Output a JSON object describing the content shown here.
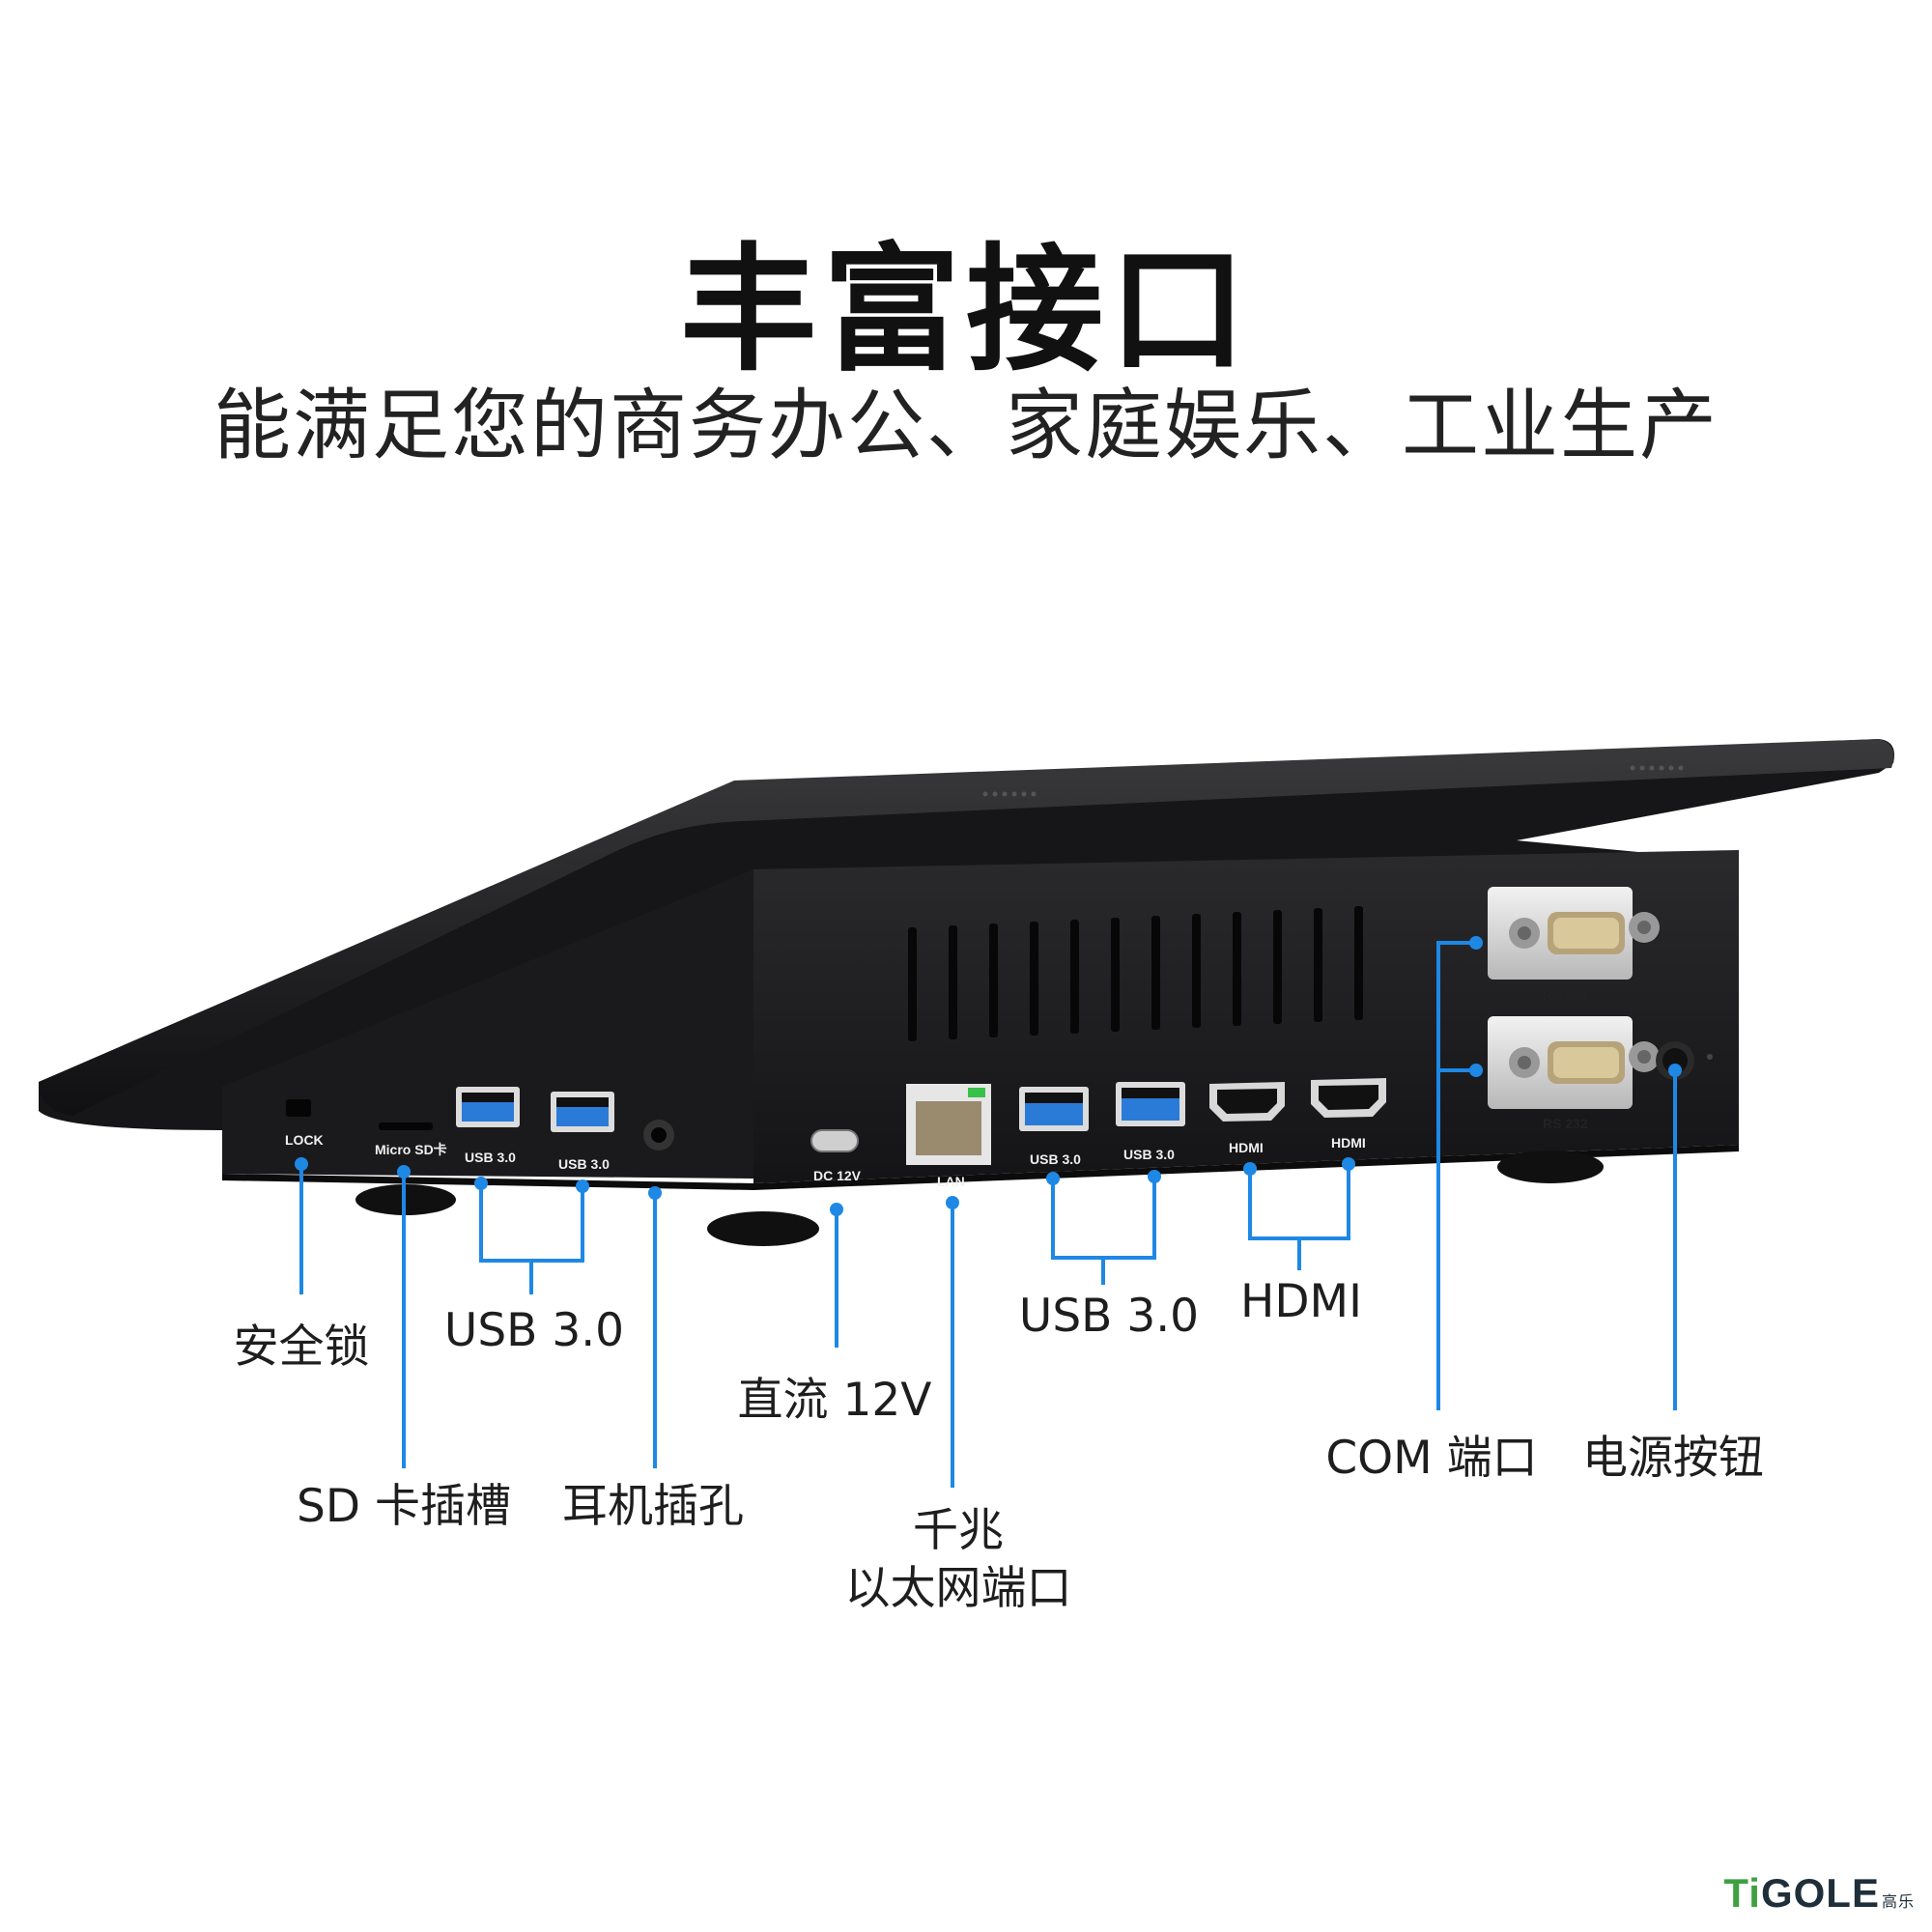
{
  "headline": "丰富接口",
  "tagline": "能满足您的商务办公、家庭娱乐、工业生产",
  "device_labels": {
    "lock": "LOCK",
    "microsd": "Micro SD卡",
    "usb1": "USB 3.0",
    "usb2": "USB 3.0",
    "dc": "DC 12V",
    "lan": "LAN",
    "usb3": "USB 3.0",
    "usb4": "USB 3.0",
    "hdmi1": "HDMI",
    "hdmi2": "HDMI",
    "rs232_top": "RS 232",
    "rs232_bottom": "RS 232"
  },
  "callouts": {
    "lock": "安全锁",
    "usb_left": "USB 3.0",
    "sd": "SD 卡插槽",
    "audio": "耳机插孔",
    "dc": "直流 12V",
    "lan_line1": "千兆",
    "lan_line2": "以太网端口",
    "usb_right": "USB 3.0",
    "hdmi": "HDMI",
    "com": "COM 端口",
    "power": "电源按钮"
  },
  "brand": {
    "logo_text": "GOLE",
    "logo_prefix": "Ti",
    "logo_cn": "高乐"
  },
  "colors": {
    "leader": "#1e88e5",
    "device": "#1c1c1e",
    "usb_blue": "#2a7bd8"
  }
}
